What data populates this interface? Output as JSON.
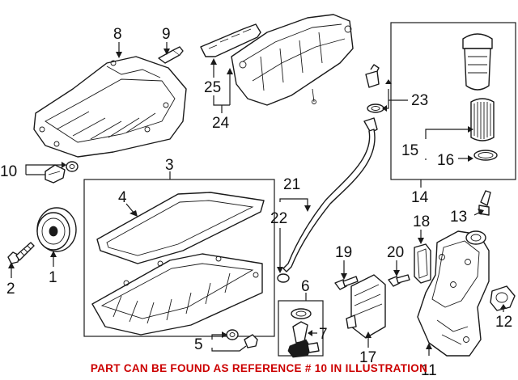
{
  "callouts": {
    "c1": "1",
    "c2": "2",
    "c3": "3",
    "c4": "4",
    "c5": "5",
    "c6": "6",
    "c7": "7",
    "c8": "8",
    "c9": "9",
    "c10": "10",
    "c11": "11",
    "c12": "12",
    "c13": "13",
    "c14": "14",
    "c15": "15",
    "c16": "16",
    "c17": "17",
    "c18": "18",
    "c19": "19",
    "c20": "20",
    "c21": "21",
    "c22": "22",
    "c23": "23",
    "c24": "24",
    "c25": "25"
  },
  "footer": {
    "note": "PART CAN BE FOUND AS REFERENCE # 10 IN ILLUSTRATION"
  },
  "colors": {
    "line": "#1a1a1a",
    "note": "#cc0000",
    "background": "#ffffff"
  }
}
